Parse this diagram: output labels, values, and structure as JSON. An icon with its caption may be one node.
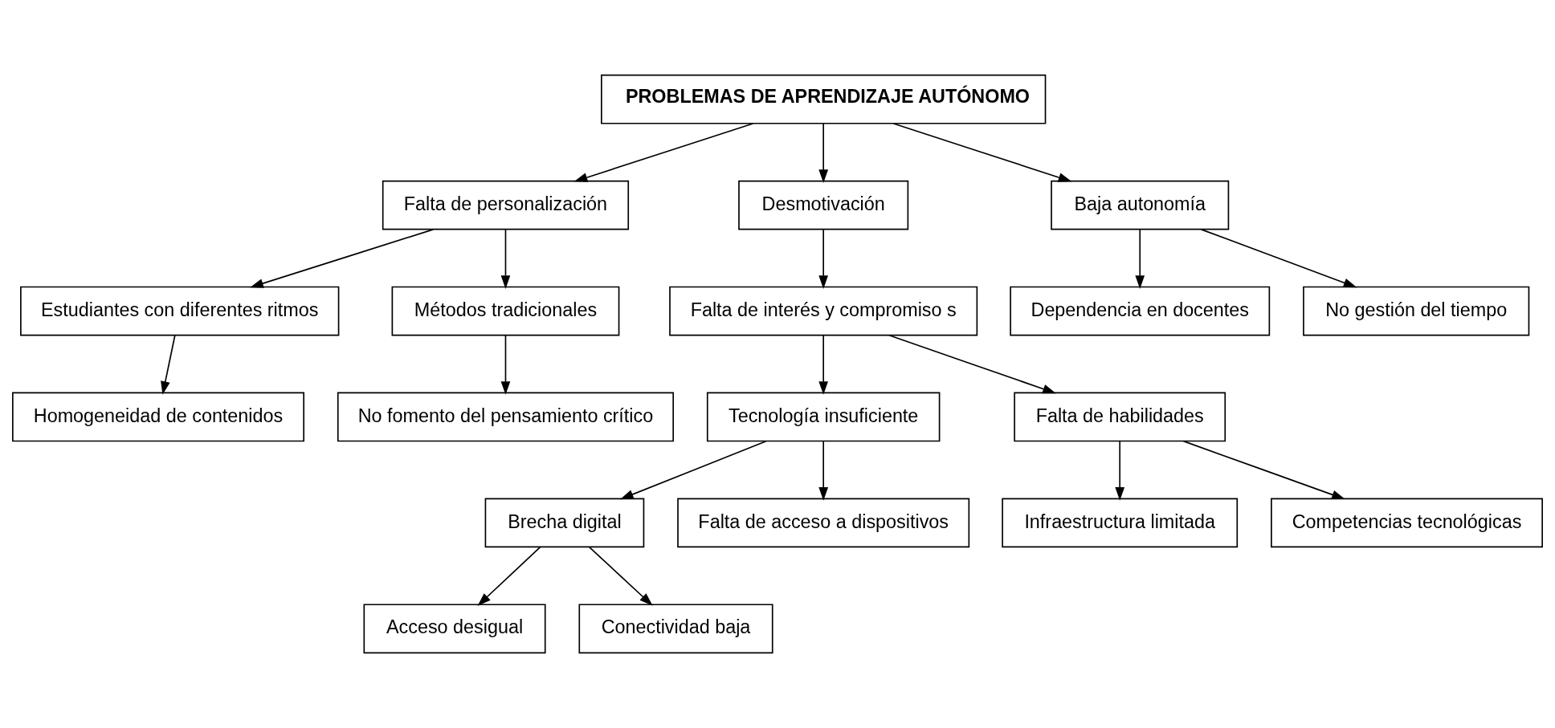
{
  "diagram": {
    "nodes": [
      {
        "text": [
          "PROBLEMAS DE APRENDIZAJE AUTÓNOMO"
        ]
      },
      {
        "text": [
          "Falta de personalización"
        ]
      },
      {
        "text": [
          "Desmotivación"
        ]
      },
      {
        "text": [
          "Baja autonomía"
        ]
      },
      {
        "text": [
          "Estudiantes con diferentes ritmos"
        ]
      },
      {
        "text": [
          "Métodos tradicionales"
        ]
      },
      {
        "text": [
          "Falta de interés y compromiso s"
        ]
      },
      {
        "text": [
          "Dependencia en docentes"
        ]
      },
      {
        "text": [
          "No gestión del tiempo"
        ]
      },
      {
        "text": [
          "Homogeneidad de contenidos"
        ]
      },
      {
        "text": [
          "No fomento del pensamiento crítico"
        ]
      },
      {
        "text": [
          "Tecnología insuficiente"
        ]
      },
      {
        "text": [
          "Falta de habilidades"
        ]
      },
      {
        "text": [
          "Brecha digital"
        ]
      },
      {
        "text": [
          "Falta de acceso a dispositivos"
        ]
      },
      {
        "text": [
          "Infraestructura limitada"
        ]
      },
      {
        "text": [
          "Competencias tecnológicas"
        ]
      },
      {
        "text": [
          "Acceso desigual"
        ]
      },
      {
        "text": [
          "Conectividad baja"
        ]
      }
    ],
    "edges": [
      {
        "from": 0,
        "to": 1,
        "arrow": "to"
      },
      {
        "from": 0,
        "to": 2,
        "arrow": "to"
      },
      {
        "from": 0,
        "to": 3,
        "arrow": "to"
      },
      {
        "from": 1,
        "to": 4,
        "arrow": "to"
      },
      {
        "from": 1,
        "to": 5,
        "arrow": "to"
      },
      {
        "from": 2,
        "to": 6,
        "arrow": "to"
      },
      {
        "from": 3,
        "to": 7,
        "arrow": "to"
      },
      {
        "from": 3,
        "to": 8,
        "arrow": "to"
      },
      {
        "from": 4,
        "to": 9,
        "arrow": "to"
      },
      {
        "from": 5,
        "to": 10,
        "arrow": "to"
      },
      {
        "from": 6,
        "to": 11,
        "arrow": "to"
      },
      {
        "from": 6,
        "to": 12,
        "arrow": "to"
      },
      {
        "from": 11,
        "to": 13,
        "arrow": "to"
      },
      {
        "from": 11,
        "to": 14,
        "arrow": "to"
      },
      {
        "from": 12,
        "to": 15,
        "arrow": "to"
      },
      {
        "from": 12,
        "to": 16,
        "arrow": "to"
      },
      {
        "from": 13,
        "to": 17,
        "arrow": "to"
      },
      {
        "from": 13,
        "to": 18,
        "arrow": "to"
      }
    ]
  }
}
